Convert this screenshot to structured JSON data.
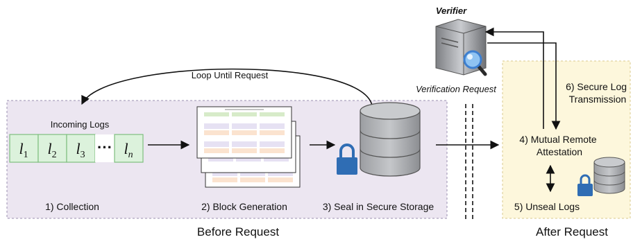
{
  "verifier": {
    "title": "Verifier",
    "request_label": "Verification Request"
  },
  "loop_label": "Loop Until Request",
  "before": {
    "panel_label": "Before Request",
    "incoming_logs_label": "Incoming Logs",
    "logs": [
      {
        "base": "l",
        "sub": "1"
      },
      {
        "base": "l",
        "sub": "2"
      },
      {
        "base": "l",
        "sub": "3"
      },
      {
        "base": "···",
        "sub": ""
      },
      {
        "base": "l",
        "sub": "n"
      }
    ],
    "steps": [
      "1) Collection",
      "2) Block Generation",
      "3) Seal in Secure Storage"
    ]
  },
  "after": {
    "panel_label": "After Request",
    "step6": [
      "6) Secure Log",
      "Transmission"
    ],
    "step4": [
      "4) Mutual Remote",
      "Attestation"
    ],
    "step5": "5) Unseal Logs"
  },
  "colors": {
    "before_panel": "#ece6f1",
    "after_panel": "#fdf7dc",
    "log_cell": "#dcf2dc",
    "log_border": "#7fbf7f",
    "lock": "#2f6db4",
    "db": "#a7a9ad",
    "verifier_body": "#9a9ca0",
    "magnifier": "#3d7fd0"
  }
}
